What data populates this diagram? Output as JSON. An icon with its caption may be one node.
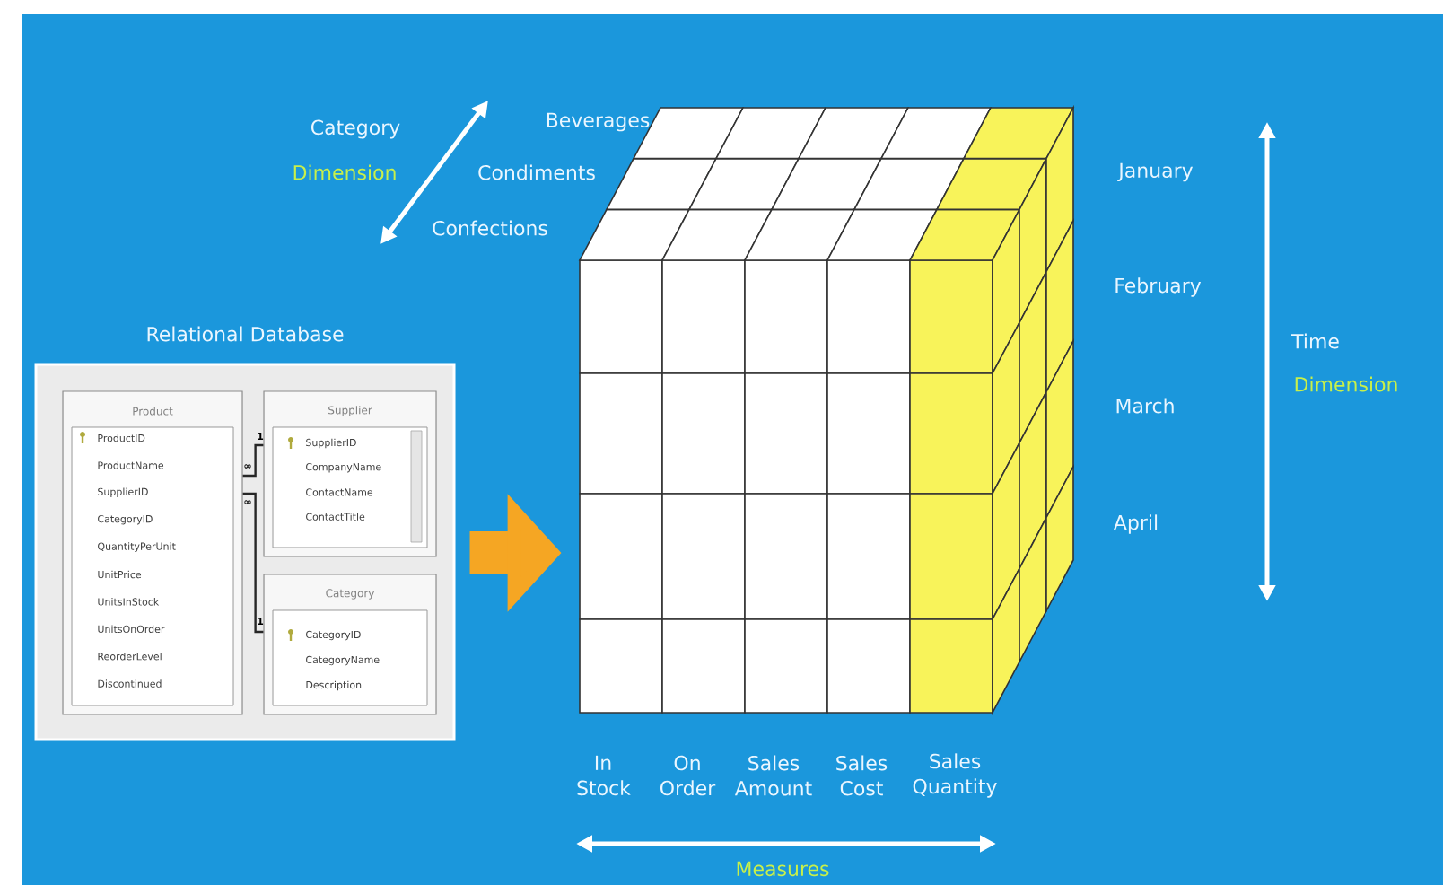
{
  "diagram": {
    "nodes": [
      {
        "text": [
          "Relational Database"
        ]
      },
      {
        "text": [
          "Product",
          "ProductID",
          "ProductName",
          "SupplierID",
          "CategoryID",
          "QuantityPerUnit",
          "UnitPrice",
          "UnitsInStock",
          "UnitsOnOrder",
          "ReorderLevel",
          "Discontinued"
        ],
        "in": 0
      },
      {
        "text": [
          "Supplier",
          "SupplierID",
          "CompanyName",
          "ContactName",
          "ContactTitle"
        ],
        "in": 0
      },
      {
        "text": [
          "Category",
          "CategoryID",
          "CategoryName",
          "Description"
        ],
        "in": 0
      },
      {
        "text": [],
        "shape": "cube"
      }
    ],
    "edges": [
      {
        "from": 1,
        "to": 2,
        "arrow": "none"
      },
      {
        "from": 1,
        "to": 3,
        "arrow": "none"
      },
      {
        "from": 0,
        "to": 4,
        "arrow": "to",
        "style": "thick",
        "color": "#f5a623"
      }
    ],
    "labels": [
      "Category",
      "Dimension",
      "Beverages",
      "Condiments",
      "Confections",
      "January",
      "February",
      "March",
      "April",
      "Time",
      "Dimension",
      "In Stock",
      "On Order",
      "Sales Amount",
      "Sales Cost",
      "Sales Quantity",
      "Measures",
      "1",
      "∞",
      "∞",
      "1"
    ]
  }
}
